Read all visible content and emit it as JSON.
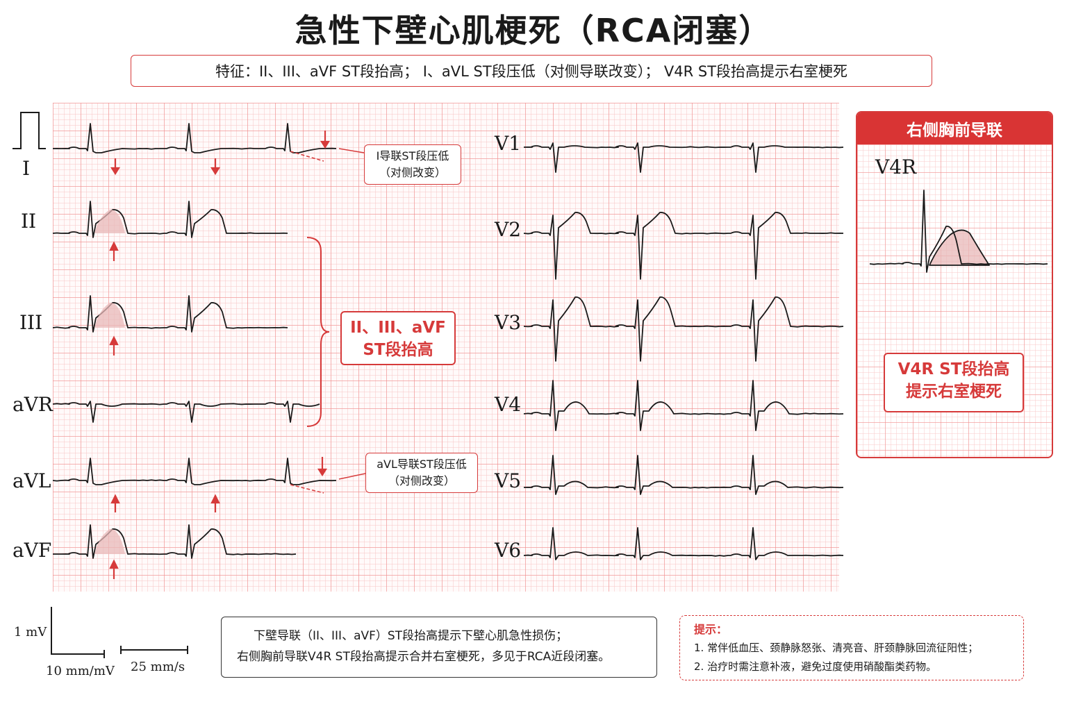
{
  "title": "急性下壁心肌梗死（RCA闭塞）",
  "features": "特征：II、III、aVF ST段抬高；  I、aVL ST段压低（对侧导联改变）；  V4R ST段抬高提示右室梗死",
  "leads_left": [
    "I",
    "II",
    "III",
    "aVR",
    "aVL",
    "aVF"
  ],
  "leads_right": [
    "V1",
    "V2",
    "V3",
    "V4",
    "V5",
    "V6"
  ],
  "callouts": {
    "lead_i": [
      "I导联ST段压低",
      "（对侧改变）"
    ],
    "inferior": [
      "II、III、aVF",
      "ST段抬高"
    ],
    "lead_avl": [
      "aVL导联ST段压低",
      "（对侧改变）"
    ]
  },
  "right_panel": {
    "header": "右侧胸前导联",
    "lead": "V4R",
    "callout": [
      "V4R ST段抬高",
      "提示右室梗死"
    ]
  },
  "scale": {
    "voltage": "1 mV",
    "gain": "10 mm/mV",
    "speed": "25 mm/s"
  },
  "summary": [
    "下壁导联（II、III、aVF）ST段抬高提示下壁心肌急性损伤；",
    "右侧胸前导联V4R ST段抬高提示合并右室梗死，多见于RCA近段闭塞。"
  ],
  "tips": {
    "heading": "提示：",
    "items": [
      "1. 常伴低血压、颈静脉怒张、清亮音、肝颈静脉回流征阳性；",
      "2. 治疗时需注意补液，避免过度使用硝酸酯类药物。"
    ]
  },
  "colors": {
    "accent": "#d63a3a",
    "trace": "#1a1a1a",
    "st_fill": "#e8b8b8"
  }
}
